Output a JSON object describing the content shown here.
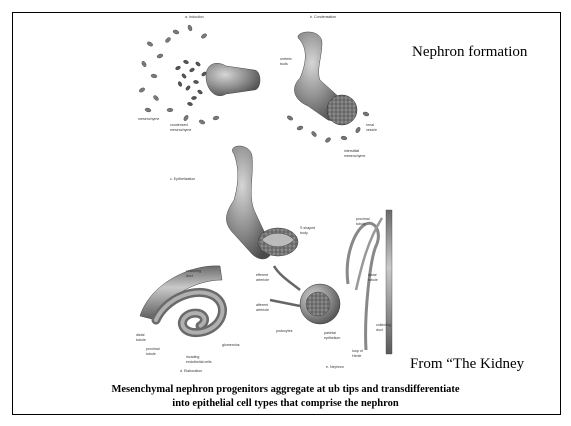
{
  "slide": {
    "title": "Nephron formation",
    "source_note": "From “The Kidney",
    "caption_line1": "Mesenchymal nephron progenitors aggregate at ub tips and transdifferentiate",
    "caption_line2": "into epithelial cell types that comprise the nephron"
  },
  "figure": {
    "panel_a": {
      "title": "a. Induction",
      "labels": [
        "mesenchyme",
        "condensed",
        "mesenchyme"
      ]
    },
    "panel_b": {
      "title": "b. Condensation",
      "labels": [
        "ureteric",
        "buds",
        "renal",
        "vesicle",
        "interstitial",
        "mesenchyme"
      ]
    },
    "panel_c": {
      "title": "c. Epithelization",
      "labels": [
        "S shaped",
        "body"
      ]
    },
    "panel_d": {
      "title": "d. Elaboration",
      "labels": [
        "collecting",
        "duct",
        "distal",
        "tubule",
        "proximal",
        "tubule",
        "glomerulus",
        "invading",
        "endothelial cells"
      ]
    },
    "panel_e": {
      "title": "e. Nephron",
      "labels": [
        "proximal",
        "tubule",
        "distal",
        "tubule",
        "efferent",
        "arteriole",
        "afferent",
        "arteriole",
        "podocytes",
        "parietal",
        "epithelium",
        "loop of",
        "Henle",
        "collecting",
        "duct"
      ]
    }
  }
}
